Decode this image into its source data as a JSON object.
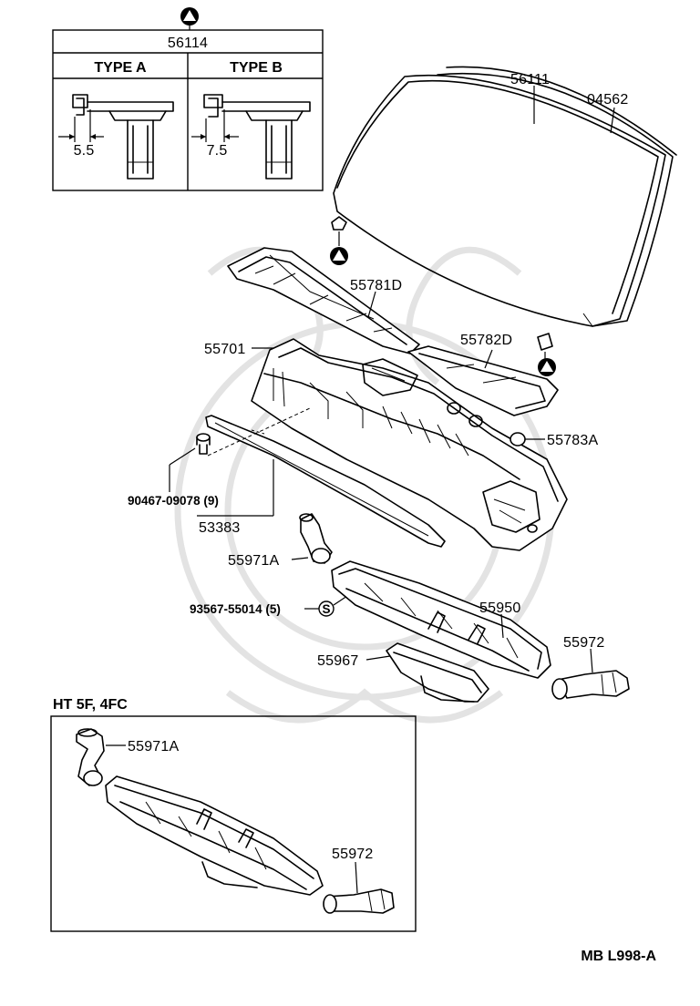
{
  "inset_top": {
    "part_no": "56114",
    "type_a": {
      "title": "TYPE  A",
      "dimension": "5.5"
    },
    "type_b": {
      "title": "TYPE  B",
      "dimension": "7.5"
    }
  },
  "labels": {
    "p56111": "56111",
    "p04562": "04562",
    "p55781d": "55781D",
    "p55782d": "55782D",
    "p55701": "55701",
    "p55783a": "55783A",
    "p90467": "90467-09078 (9)",
    "p53383": "53383",
    "p55971a": "55971A",
    "p93567": "93567-55014 (5)",
    "p55950": "55950",
    "p55972": "55972",
    "p55967": "55967"
  },
  "inset_bottom": {
    "title": "HT  5F, 4FC",
    "p55971a": "55971A",
    "p55972": "55972"
  },
  "circle_s_symbol": "S",
  "footer_code": "MB  L998-A"
}
